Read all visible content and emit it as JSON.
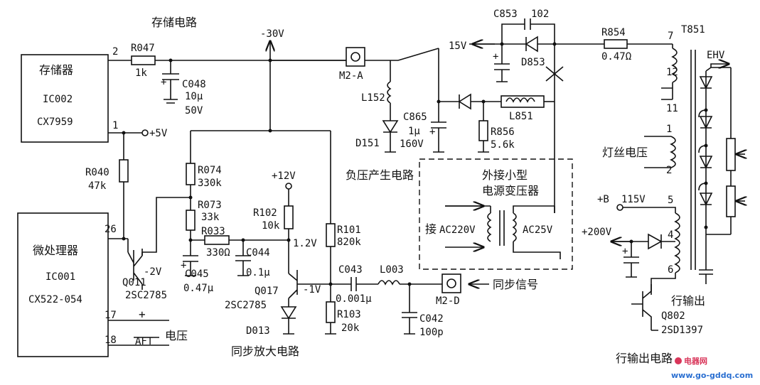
{
  "sections": {
    "memory_circuit": "存储电路",
    "sync_amp_circuit": "同步放大电路",
    "neg_voltage_circuit": "负压产生电路",
    "ext_transformer": [
      "外接小型",
      "电源变压器"
    ],
    "heater_voltage": "灯丝电压",
    "line_output": "行输出",
    "line_output_circuit": "行输出电路",
    "sync_signal": "同步信号",
    "aft_voltage": "电压"
  },
  "ics": {
    "memory": {
      "name": "存储器",
      "part": "IC002",
      "type": "CX7959",
      "pins": [
        "2",
        "1"
      ]
    },
    "micro": {
      "name": "微处理器",
      "part": "IC001",
      "type": "CX522-054",
      "pins": [
        "26",
        "17",
        "18"
      ]
    }
  },
  "components": {
    "R047": [
      "R047",
      "1k"
    ],
    "C048": [
      "C048",
      "10μ",
      "50V"
    ],
    "R040": [
      "R040",
      "47k"
    ],
    "R074": [
      "R074",
      "330k"
    ],
    "R073": [
      "R073",
      "33k"
    ],
    "R033": [
      "R033",
      "330Ω"
    ],
    "C044": [
      "C044",
      "0.1μ"
    ],
    "C045": [
      "C045",
      "0.47μ"
    ],
    "Q011": [
      "Q011",
      "2SC2785"
    ],
    "Q017": [
      "Q017",
      "2SC2785"
    ],
    "D013": "D013",
    "R102": [
      "R102",
      "10k"
    ],
    "R101": [
      "R101",
      "820k"
    ],
    "R103": [
      "R103",
      "20k"
    ],
    "C043": [
      "C043",
      "0.001μ"
    ],
    "L003": "L003",
    "C042": [
      "C042",
      "100p"
    ],
    "M2A": "M2-A",
    "M2D": "M2-D",
    "L152": "L152",
    "D151": "D151",
    "C865": [
      "C865",
      "1μ",
      "160V"
    ],
    "R856": [
      "R856",
      "5.6k"
    ],
    "L851": "L851",
    "C853": [
      "C853",
      "102"
    ],
    "D853": "D853",
    "R854": [
      "R854",
      "0.47Ω"
    ],
    "T851": "T851",
    "Q802": [
      "Q802",
      "2SD1397"
    ]
  },
  "voltages": {
    "neg30": "-30V",
    "p5": "+5V",
    "p12": "+12V",
    "v12": "1.2V",
    "neg2": "-2V",
    "neg1": "-1V",
    "v15": "15V",
    "b115": [
      "+B",
      "115V"
    ],
    "p200": "+200V",
    "ac220": "AC220V",
    "ac25": "AC25V",
    "jie": "接",
    "ehv": "EHV",
    "aft": "AFT",
    "plus": "+",
    "minus": "−"
  },
  "transformer_pins": [
    "7",
    "12",
    "11",
    "1",
    "2",
    "5",
    "4",
    "6"
  ],
  "watermark": {
    "brand": "电器网",
    "url": "www.go-gddq.com"
  }
}
